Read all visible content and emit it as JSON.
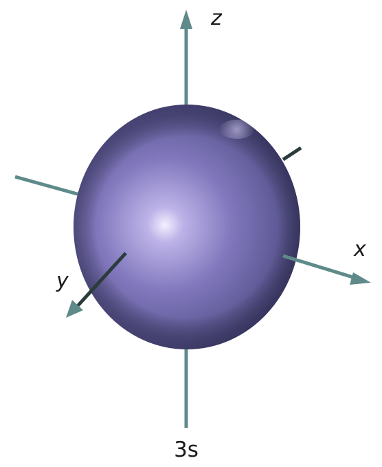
{
  "axes": {
    "x_label": "x",
    "y_label": "y",
    "z_label": "z"
  },
  "orbital": {
    "label": "3s",
    "shape": "sphere"
  },
  "colors": {
    "axis_light": "#5f8a8a",
    "axis_dark": "#2b3c3c",
    "sphere_highlight": "#f3ecff",
    "sphere_mid": "#8b80c4",
    "sphere_base": "#5a5690",
    "sphere_shadow": "#37355f"
  },
  "icons": {
    "axis_arrowheads": "arrowhead-icon"
  }
}
